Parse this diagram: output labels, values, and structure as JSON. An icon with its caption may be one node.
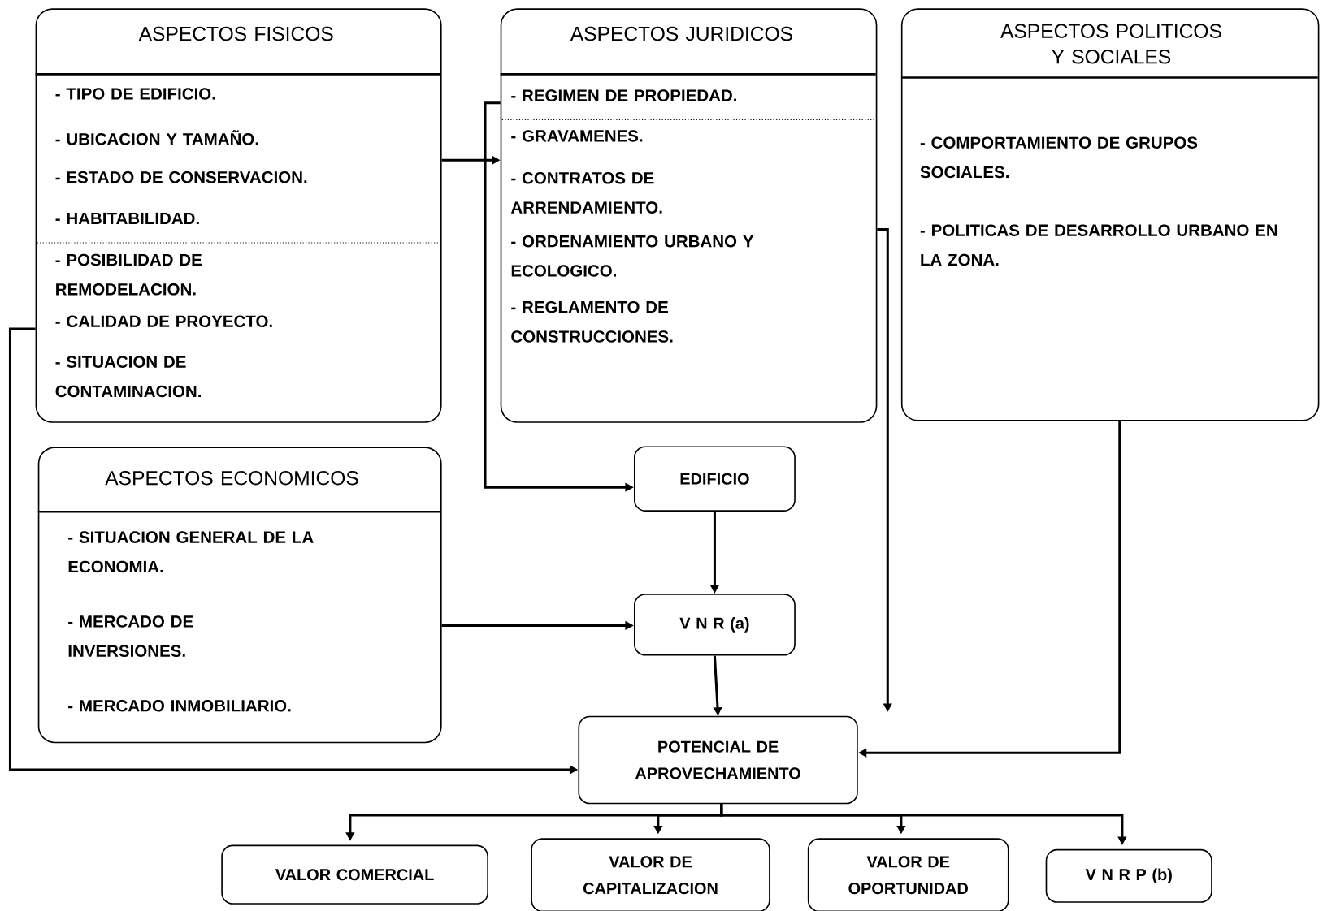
{
  "diagram": {
    "nodes": [
      {
        "text": [
          "ASPECTOS FISICOS",
          "- TIPO DE EDIFICIO.",
          "- UBICACION Y TAMAÑO.",
          "- ESTADO DE CONSERVACION.",
          "- HABITABILIDAD.",
          "- POSIBILIDAD DE REMODELACION.",
          "- CALIDAD DE PROYECTO.",
          "- SITUACION DE CONTAMINACION."
        ]
      },
      {
        "text": [
          "ASPECTOS JURIDICOS",
          "- REGIMEN DE PROPIEDAD.",
          "- GRAVAMENES.",
          "- CONTRATOS DE ARRENDAMIENTO.",
          "- ORDENAMIENTO URBANO Y ECOLOGICO.",
          "- REGLAMENTO DE CONSTRUCCIONES."
        ]
      },
      {
        "text": [
          "ASPECTOS POLITICOS Y SOCIALES",
          "- COMPORTAMIENTO DE GRUPOS SOCIALES.",
          "- POLITICAS DE DESARROLLO URBANO EN LA ZONA."
        ]
      },
      {
        "text": [
          "ASPECTOS ECONOMICOS",
          "- SITUACION GENERAL DE LA ECONOMIA.",
          "- MERCADO DE INVERSIONES.",
          "- MERCADO INMOBILIARIO."
        ]
      },
      {
        "text": [
          "EDIFICIO"
        ]
      },
      {
        "text": [
          "V N R (a)"
        ]
      },
      {
        "text": [
          "POTENCIAL DE APROVECHAMIENTO"
        ]
      },
      {
        "text": [
          "VALOR COMERCIAL"
        ]
      },
      {
        "text": [
          "VALOR DE CAPITALIZACION"
        ]
      },
      {
        "text": [
          "VALOR DE OPORTUNIDAD"
        ]
      },
      {
        "text": [
          "V N R P (b)"
        ]
      }
    ],
    "edges": [
      {
        "from": 0,
        "to": 1,
        "arrow": "to"
      },
      {
        "from": 1,
        "to": 4,
        "arrow": "to"
      },
      {
        "from": 0,
        "to": 6,
        "arrow": "to"
      },
      {
        "from": 4,
        "to": 5,
        "arrow": "to"
      },
      {
        "from": 3,
        "to": 5,
        "arrow": "to"
      },
      {
        "from": 5,
        "to": 6,
        "arrow": "to"
      },
      {
        "from": 1,
        "to": 6,
        "arrow": "to"
      },
      {
        "from": 2,
        "to": 6,
        "arrow": "to"
      },
      {
        "from": 6,
        "to": 7,
        "arrow": "to"
      },
      {
        "from": 6,
        "to": 8,
        "arrow": "to"
      },
      {
        "from": 6,
        "to": 9,
        "arrow": "to"
      },
      {
        "from": 6,
        "to": 10,
        "arrow": "to"
      }
    ]
  }
}
